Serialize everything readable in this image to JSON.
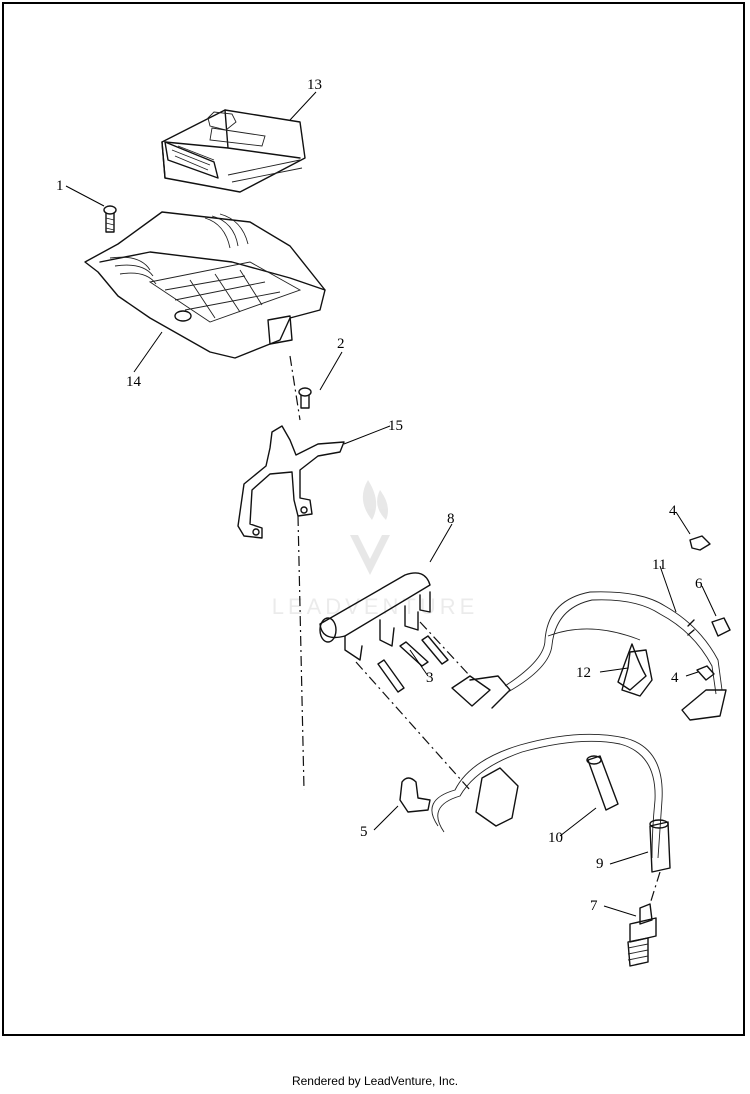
{
  "callouts": [
    "1",
    "2",
    "3",
    "4",
    "4",
    "5",
    "6",
    "7",
    "8",
    "9",
    "10",
    "11",
    "12",
    "13",
    "14",
    "15"
  ],
  "watermark": {
    "text": "LEADVENTURE",
    "color": "#c8c8c8"
  },
  "footer": {
    "text": "Rendered by LeadVenture, Inc."
  },
  "colors": {
    "line": "#111111",
    "background": "#ffffff"
  }
}
